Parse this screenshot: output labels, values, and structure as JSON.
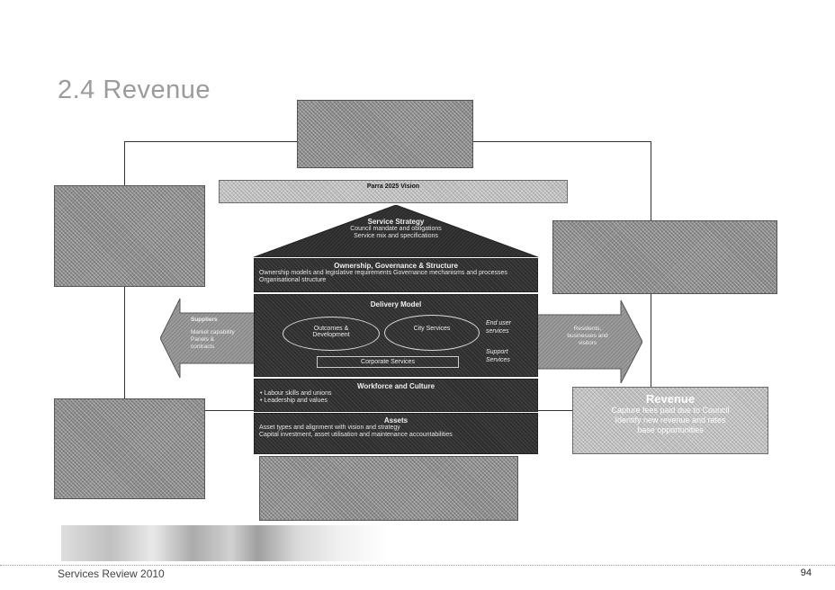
{
  "page_title": "2.4 Revenue",
  "vision": "Parra 2025 Vision",
  "service_strategy": {
    "title": "Service Strategy",
    "lines": [
      "Council mandate and obligations",
      "Service mix and specifications"
    ]
  },
  "ownership": {
    "title": "Ownership, Governance & Structure",
    "text": "Ownership models and legislative requirements Governance mechanisms and processes Organisational structure"
  },
  "delivery_model": {
    "title": "Delivery Model",
    "oval_outcomes": "Outcomes & Development",
    "oval_city": "City Services",
    "corporate": "Corporate Services",
    "end_user": "End user services",
    "support": "Support Services"
  },
  "suppliers_arrow": {
    "title": "Suppliers",
    "lines": [
      "Market capability",
      "Panels &",
      "contracts"
    ]
  },
  "residents_arrow": {
    "lines": [
      "Residents,",
      "businesses and",
      "visitors"
    ]
  },
  "workforce": {
    "title": "Workforce and Culture",
    "bullets": [
      "Labour skills and unions",
      "Leadership and values"
    ]
  },
  "assets": {
    "title": "Assets",
    "lines": [
      "Asset types and alignment with vision and strategy",
      "Capital investment, asset utilisation and maintenance accountabilities"
    ]
  },
  "revenue_box": {
    "heading": "Revenue",
    "lines": [
      "Capture fees paid due to Council",
      "Identify new revenue and rates",
      "base opportunities"
    ]
  },
  "footer": "Services Review 2010",
  "page_number": "94"
}
